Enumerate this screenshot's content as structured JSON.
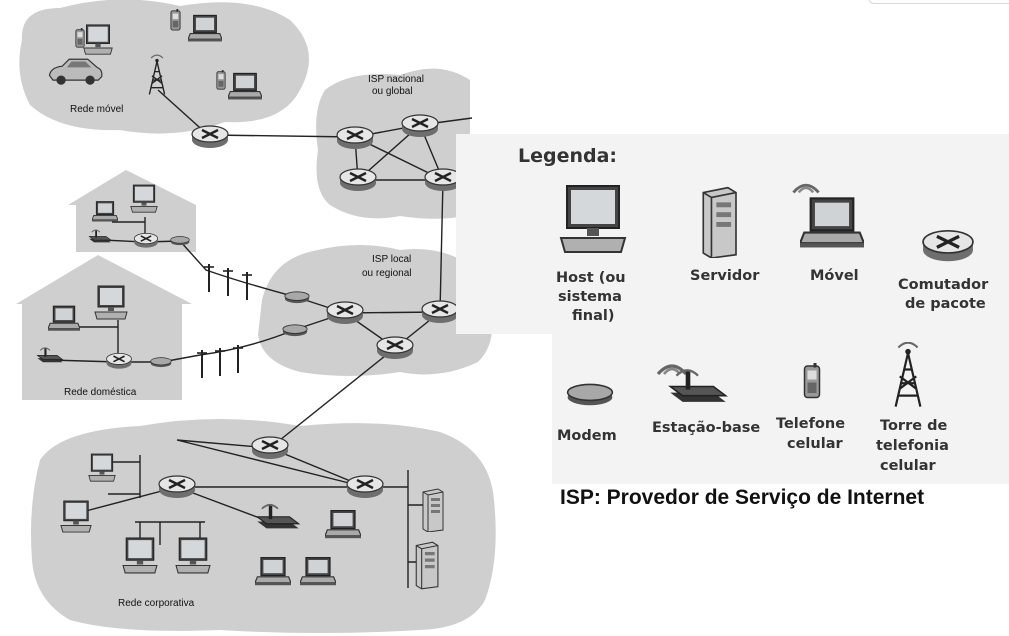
{
  "regions": {
    "mobile": "Rede móvel",
    "isp_national": [
      "ISP nacional",
      "ou global"
    ],
    "isp_local": [
      "ISP local",
      "ou regional"
    ],
    "home": "Rede doméstica",
    "corporate": "Rede corporativa"
  },
  "legend": {
    "title": "Legenda:",
    "host": [
      "Host (ou",
      "sistema",
      "final)"
    ],
    "server": "Servidor",
    "mobile": "Móvel",
    "switch": [
      "Comutador",
      "de pacote"
    ],
    "modem": "Modem",
    "base_station": "Estação-base",
    "cell_phone": [
      "Telefone",
      "celular"
    ],
    "cell_tower": [
      "Torre de",
      "telefonia",
      "celular"
    ]
  },
  "caption": "ISP: Provedor de Serviço de Internet"
}
